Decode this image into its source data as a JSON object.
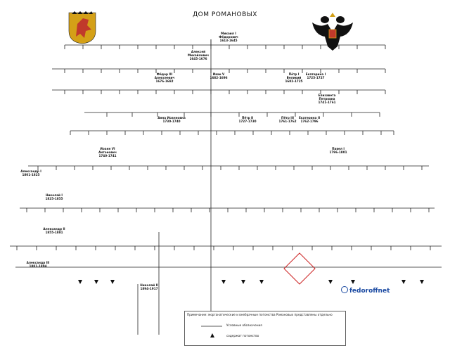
{
  "title": "ДОМ РОМАНОВЫХ",
  "watermark": "fedoroffnet",
  "legend": {
    "note": "Примечание: морганатические и внебрачные потомства Романовых представлены отдельно",
    "line1": "Условные обозначения",
    "line2": "содержат потомство"
  },
  "colors": {
    "line": "#222222",
    "highlight": "#cc2222",
    "crest_red": "#c0392b",
    "eagle": "#111111",
    "gold": "#d4a017"
  },
  "people": {
    "mikhail": {
      "name": "Михаил I Фёдорович",
      "reign": "1613-1645"
    },
    "alexei": {
      "name": "Алексей Михайлович",
      "reign": "1645-1676"
    },
    "fyodor3": {
      "name": "Фёдор III Алексеевич",
      "reign": "1676-1682"
    },
    "ivan5": {
      "name": "Иван V",
      "reign": "1682-1696"
    },
    "peter1": {
      "name": "Пётр I Великий",
      "reign": "1682-1725"
    },
    "catherine1": {
      "name": "Екатерина I",
      "reign": "1725-1727"
    },
    "peter2": {
      "name": "Пётр II",
      "reign": "1727-1730"
    },
    "anna": {
      "name": "Анна Иоанновна",
      "reign": "1730-1740"
    },
    "ivan6": {
      "name": "Иоанн VI Антонович",
      "reign": "1740-1741"
    },
    "elizabeth": {
      "name": "Елизавета Петровна",
      "reign": "1741-1761"
    },
    "peter3": {
      "name": "Пётр III",
      "reign": "1761-1762"
    },
    "catherine2": {
      "name": "Екатерина II",
      "reign": "1762-1796"
    },
    "paul1": {
      "name": "Павел I",
      "reign": "1796-1801"
    },
    "alexander1": {
      "name": "Александр I",
      "reign": "1801-1825"
    },
    "nicholas1": {
      "name": "Николай I",
      "reign": "1825-1855"
    },
    "alexander2": {
      "name": "Александр II",
      "reign": "1855-1881"
    },
    "alexander3": {
      "name": "Александр III",
      "reign": "1881-1894"
    },
    "nicholas2": {
      "name": "Николай II",
      "reign": "1894-1917"
    }
  }
}
